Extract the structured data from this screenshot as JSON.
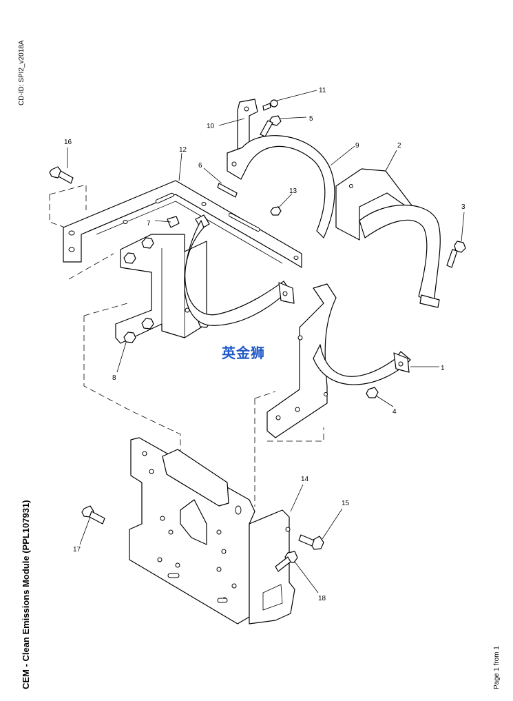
{
  "header": {
    "cd_id": "CD-ID: SPI2_v2018A"
  },
  "title": "CEM - Clean Emissions Module (PPL107931)",
  "footer": {
    "page": "Page 1 from 1"
  },
  "watermark": "英金狮",
  "callouts": [
    "1",
    "2",
    "3",
    "4",
    "5",
    "6",
    "7",
    "8",
    "9",
    "10",
    "11",
    "12",
    "13",
    "14",
    "15",
    "16",
    "17",
    "18"
  ]
}
